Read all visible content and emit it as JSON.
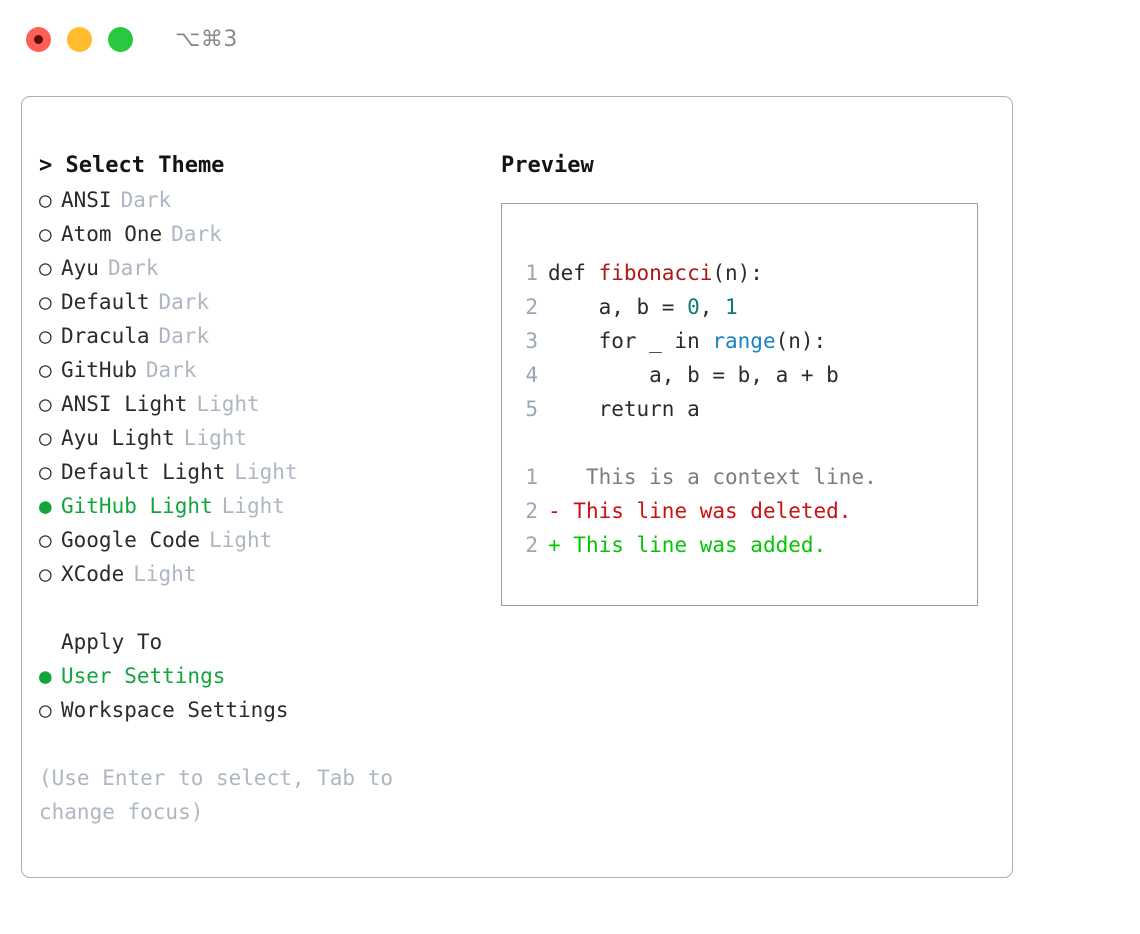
{
  "titlebar": {
    "shortcut": "⌥⌘3",
    "dots": [
      {
        "name": "close",
        "color": "#ff5f57"
      },
      {
        "name": "minimize",
        "color": "#febc2e"
      },
      {
        "name": "maximize",
        "color": "#28c840"
      }
    ]
  },
  "theme_picker": {
    "heading": "> Select Theme",
    "bullet_unselected": "○",
    "bullet_selected": "●",
    "items": [
      {
        "label": "ANSI",
        "tag": "Dark",
        "selected": false
      },
      {
        "label": "Atom One",
        "tag": "Dark",
        "selected": false
      },
      {
        "label": "Ayu",
        "tag": "Dark",
        "selected": false
      },
      {
        "label": "Default",
        "tag": "Dark",
        "selected": false
      },
      {
        "label": "Dracula",
        "tag": "Dark",
        "selected": false
      },
      {
        "label": "GitHub",
        "tag": "Dark",
        "selected": false
      },
      {
        "label": "ANSI Light",
        "tag": "Light",
        "selected": false
      },
      {
        "label": "Ayu Light",
        "tag": "Light",
        "selected": false
      },
      {
        "label": "Default Light",
        "tag": "Light",
        "selected": false
      },
      {
        "label": "GitHub Light",
        "tag": "Light",
        "selected": true
      },
      {
        "label": "Google Code",
        "tag": "Light",
        "selected": false
      },
      {
        "label": "XCode",
        "tag": "Light",
        "selected": false
      }
    ]
  },
  "apply_to": {
    "heading": "Apply To",
    "items": [
      {
        "label": "User Settings",
        "selected": true
      },
      {
        "label": "Workspace Settings",
        "selected": false
      }
    ]
  },
  "hint": "(Use Enter to select, Tab to change focus)",
  "preview": {
    "title": "Preview",
    "code_lines": [
      {
        "lineno": "1",
        "tokens": [
          {
            "text": "def ",
            "kind": "plain"
          },
          {
            "text": "fibonacci",
            "kind": "fn"
          },
          {
            "text": "(n):",
            "kind": "plain"
          }
        ]
      },
      {
        "lineno": "2",
        "tokens": [
          {
            "text": "    a, b = ",
            "kind": "plain"
          },
          {
            "text": "0",
            "kind": "num"
          },
          {
            "text": ", ",
            "kind": "plain"
          },
          {
            "text": "1",
            "kind": "num"
          }
        ]
      },
      {
        "lineno": "3",
        "tokens": [
          {
            "text": "    for _ in ",
            "kind": "plain"
          },
          {
            "text": "range",
            "kind": "builtin"
          },
          {
            "text": "(n):",
            "kind": "plain"
          }
        ]
      },
      {
        "lineno": "4",
        "tokens": [
          {
            "text": "        a, b = b, a + b",
            "kind": "plain"
          }
        ]
      },
      {
        "lineno": "5",
        "tokens": [
          {
            "text": "    return a",
            "kind": "plain"
          }
        ]
      }
    ],
    "diff_lines": [
      {
        "lineno": "1",
        "marker": " ",
        "text": "  This is a context line.",
        "kind": "context"
      },
      {
        "lineno": "2",
        "marker": "-",
        "text": " This line was deleted.",
        "kind": "del"
      },
      {
        "lineno": "2",
        "marker": "+",
        "text": " This line was added.",
        "kind": "add"
      }
    ]
  },
  "colors": {
    "accent_green": "#10a63c",
    "muted": "#aeb6c2",
    "border": "#a6b0be",
    "preview_border": "#93a0b0",
    "lineno": "#9ba6b5",
    "diff_delete": "#cc1111",
    "diff_add": "#06c406",
    "token_function": "#b01717",
    "token_number": "#0a7a74",
    "token_builtin": "#1884c7"
  }
}
